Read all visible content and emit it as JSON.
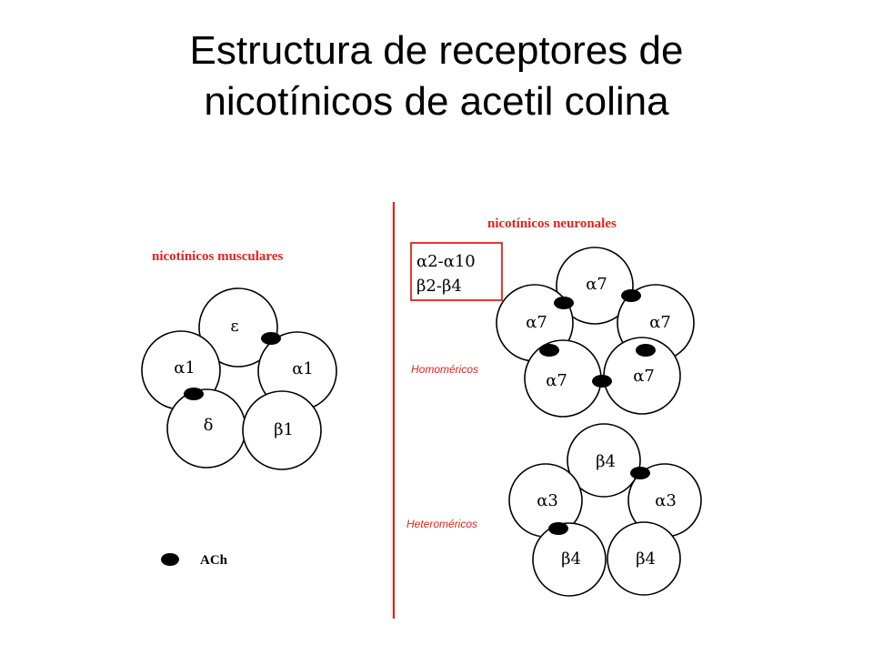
{
  "title": {
    "line1": "Estructura de receptores de",
    "line2": "nicotínicos de acetil colina"
  },
  "muscular": {
    "label": "nicotínicos musculares",
    "subunits": [
      "ε",
      "α1",
      "α1",
      "δ",
      "β1"
    ]
  },
  "neuronal": {
    "label": "nicotínicos neuronales",
    "box": [
      "α2-α10",
      "β2-β4"
    ],
    "homomeric_label": "Homoméricos",
    "homomeric_subunits": [
      "α7",
      "α7",
      "α7",
      "α7",
      "α7"
    ],
    "heteromeric_label": "Heteroméricos",
    "heteromeric_subunits": [
      "β4",
      "α3",
      "α3",
      "β4",
      "β4"
    ]
  },
  "legend": {
    "ach_label": "ACh"
  },
  "colors": {
    "accent_red": "#e2231a",
    "stroke": "#000000"
  }
}
